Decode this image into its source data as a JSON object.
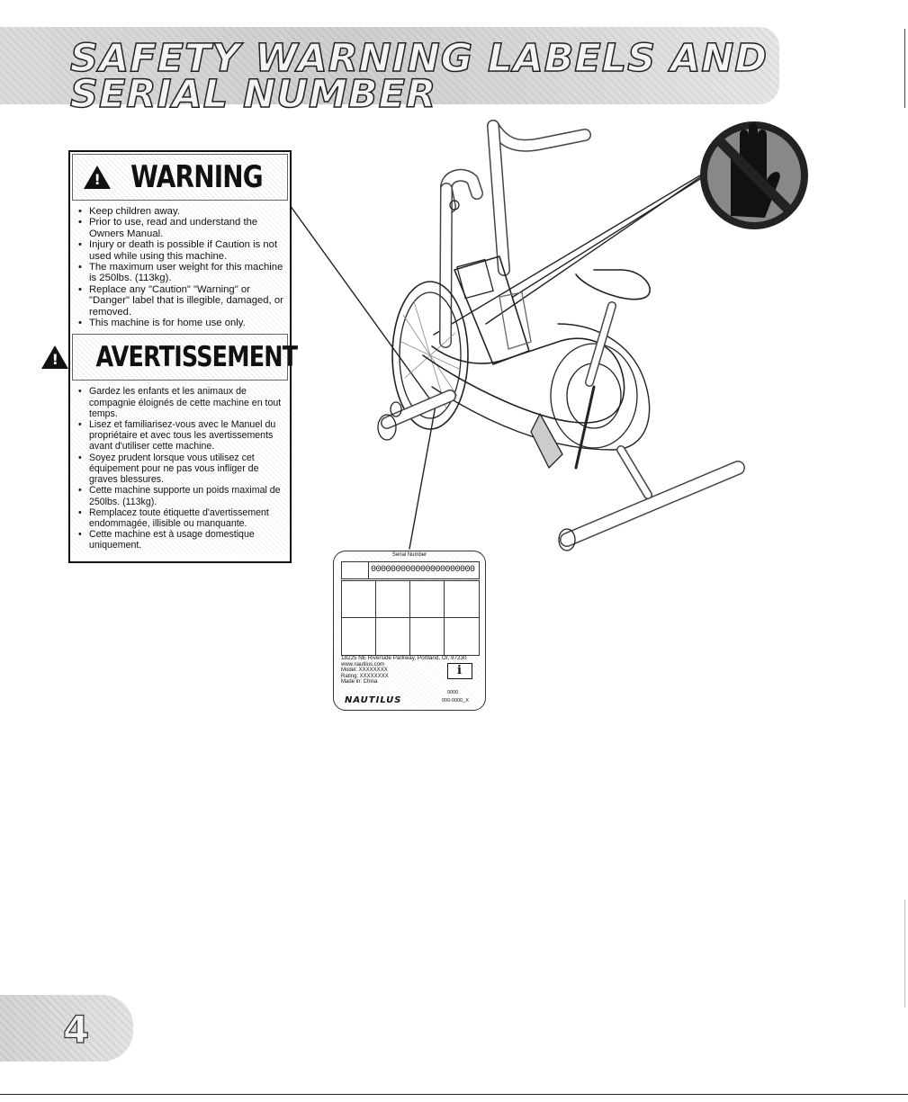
{
  "header": {
    "line1": "SAFETY WARNING LABELS AND",
    "line2": "SERIAL NUMBER"
  },
  "warning_label": {
    "en_heading": "WARNING",
    "en_items": [
      "Keep children away.",
      "Prior to use, read and understand the Owners Manual.",
      "Injury or death is possible if Caution is not used while using this machine.",
      "The maximum user weight for this machine is 250lbs. (113kg).",
      "Replace any \"Caution\" \"Warning\" or \"Danger\" label that is illegible, damaged, or removed.",
      "This machine is for home use only."
    ],
    "fr_heading": "AVERTISSEMENT",
    "fr_items": [
      "Gardez les enfants et les animaux de compagnie éloignés de cette machine en tout temps.",
      "Lisez et familiarisez-vous avec le Manuel du propriétaire et avec tous les avertissements avant d'utiliser cette machine.",
      "Soyez prudent lorsque vous utilisez cet équipement pour ne pas vous infliger de graves blessures.",
      "Cette machine supporte un poids maximal de 250lbs. (113kg).",
      "Remplacez toute étiquette d'avertissement endommagée, illisible ou manquante.",
      "Cette machine est à usage domestique uniquement."
    ]
  },
  "serial_label": {
    "title": "Serial Number",
    "number": "000000000000000000000",
    "address": "18225 NE Riverside Parkway, Portland, Or, 97230",
    "website": "www.nautilus.com",
    "model": "Model: XXXXXXXX",
    "rating": "Rating: XXXXXXXX",
    "made_in": "Made in: China",
    "code_top": "0000",
    "brand": "NAUTILUS",
    "code_bottom": "000-0000_X"
  },
  "page": {
    "number": "4"
  }
}
